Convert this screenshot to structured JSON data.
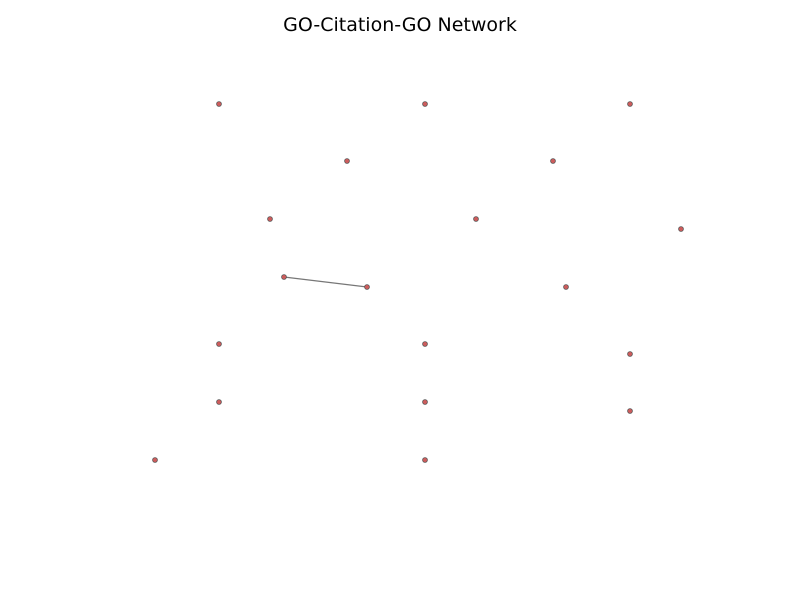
{
  "title": "GO-Citation-GO Network",
  "style": {
    "node_fill": "#cd5c5c",
    "node_stroke": "#555555",
    "edge_color": "#777777"
  },
  "network": {
    "node_count": 19,
    "edge_count": 1,
    "node_ids": [
      "n1",
      "n2",
      "n3",
      "n4",
      "n5",
      "n6",
      "n7",
      "n8",
      "n9",
      "n10",
      "n11",
      "n12",
      "n13",
      "n14",
      "n15",
      "n16",
      "n17",
      "n18",
      "n19"
    ],
    "edges": [
      [
        "n8",
        "n9"
      ]
    ]
  }
}
